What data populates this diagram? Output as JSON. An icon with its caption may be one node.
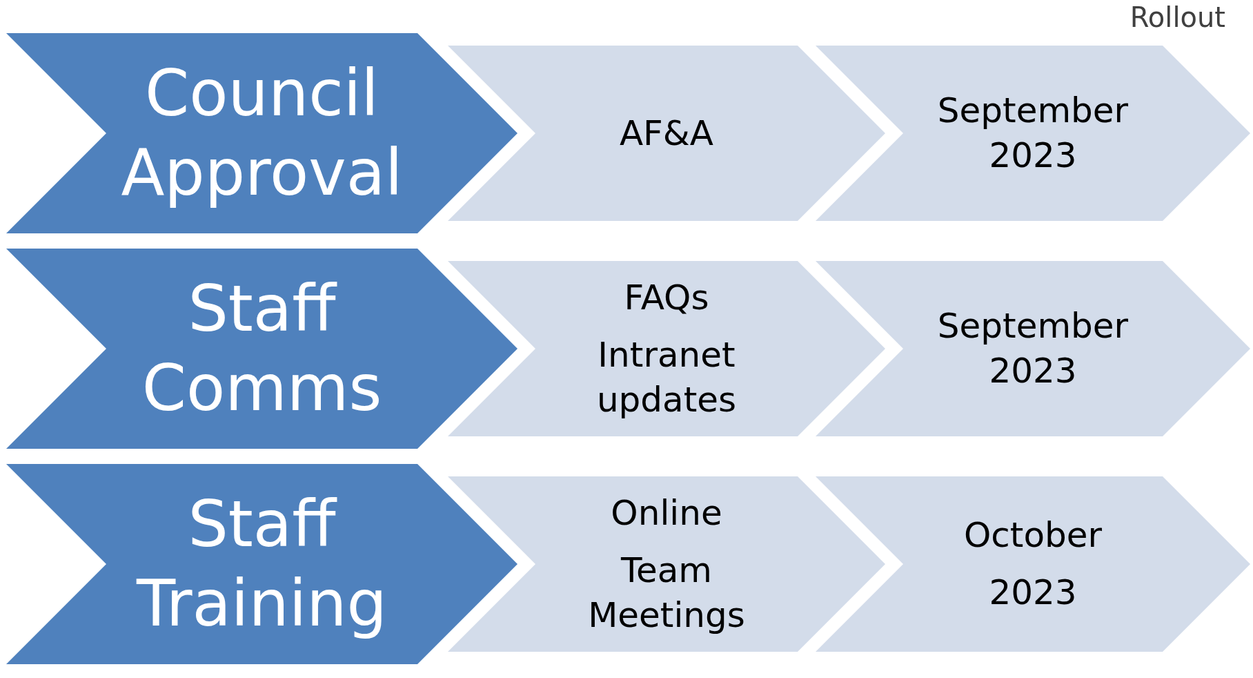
{
  "diagram": {
    "nodes": [
      {
        "text": [
          "Council Approval"
        ]
      },
      {
        "text": [
          "AF&A"
        ]
      },
      {
        "text": [
          "September 2023"
        ]
      },
      {
        "text": [
          "Staff Comms"
        ]
      },
      {
        "text": [
          "FAQs",
          "Intranet updates"
        ]
      },
      {
        "text": [
          "September 2023"
        ]
      },
      {
        "text": [
          "Staff Training"
        ]
      },
      {
        "text": [
          "Online",
          "Team Meetings"
        ]
      },
      {
        "text": [
          "October",
          "2023"
        ]
      }
    ],
    "labels": [
      "Rollout"
    ]
  }
}
